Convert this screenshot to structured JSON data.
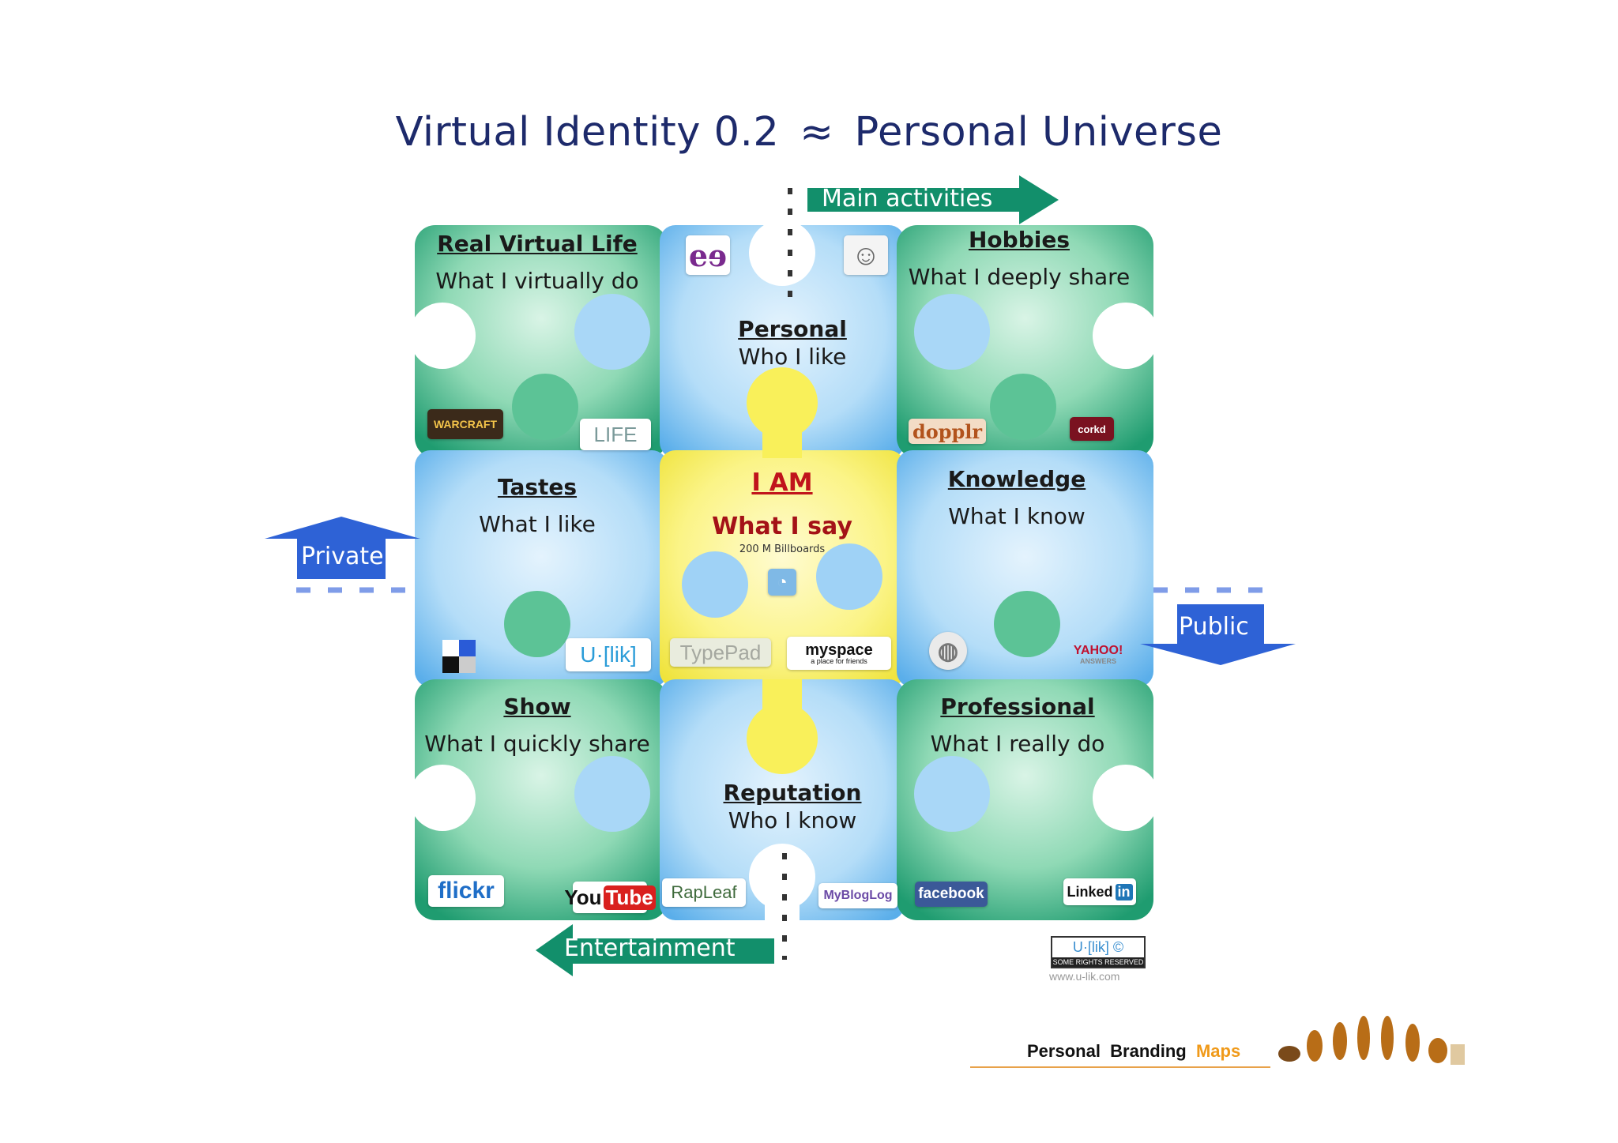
{
  "title": {
    "left": "Virtual Identity 0.2",
    "symbol": "≈",
    "right": "Personal Universe"
  },
  "arrows": {
    "main_activities": "Main activities",
    "entertainment": "Entertainment",
    "private": "Private",
    "public": "Public"
  },
  "pieces": {
    "real_virtual_life": {
      "heading": "Real Virtual Life",
      "sub": "What I virtually do"
    },
    "personal": {
      "heading": "Personal",
      "sub": "Who I like"
    },
    "hobbies": {
      "heading": "Hobbies",
      "sub": "What I deeply share"
    },
    "tastes": {
      "heading": "Tastes",
      "sub": "What I like"
    },
    "center": {
      "heading": "I AM",
      "sub": "What I say",
      "note": "200 M Billboards"
    },
    "knowledge": {
      "heading": "Knowledge",
      "sub": "What I know"
    },
    "show": {
      "heading": "Show",
      "sub": "What I quickly share"
    },
    "reputation": {
      "heading": "Reputation",
      "sub": "Who I know"
    },
    "professional": {
      "heading": "Professional",
      "sub": "What I really do"
    }
  },
  "logos": {
    "warcraft": "WARCRAFT",
    "secondlife": "LIFE",
    "dopplr": "dopplr",
    "corkd": "corkd",
    "ulik_mid": "U·[lik]",
    "typepad": "TypePad",
    "myspace": "myspace",
    "myspace_tag": "a place for friends",
    "yahoo": "YAHOO!",
    "yahoo_sub": "ANSWERS",
    "flickr": "flickr",
    "youtube_you": "You",
    "youtube_tube": "Tube",
    "rapleaf": "RapLeaf",
    "mybloglog": "MyBlogLog",
    "facebook": "facebook",
    "linkedin": "Linked",
    "linkedin_in": "in"
  },
  "license": {
    "badge": "U·[lik] ©",
    "rights": "SOME RIGHTS RESERVED",
    "url": "www.u-lik.com"
  },
  "footer": {
    "part1": "Personal",
    "part2": "Branding",
    "part3": "Maps"
  },
  "colors": {
    "green": "#2fae82",
    "green_light": "#c9eedb",
    "blue": "#79bff0",
    "blue_light": "#d3ecfb",
    "yellow": "#f9f05a",
    "teal_arrow": "#128f6b",
    "blue_arrow": "#2e62d6",
    "title": "#1d2a6b",
    "accent": "#f09a1a"
  }
}
